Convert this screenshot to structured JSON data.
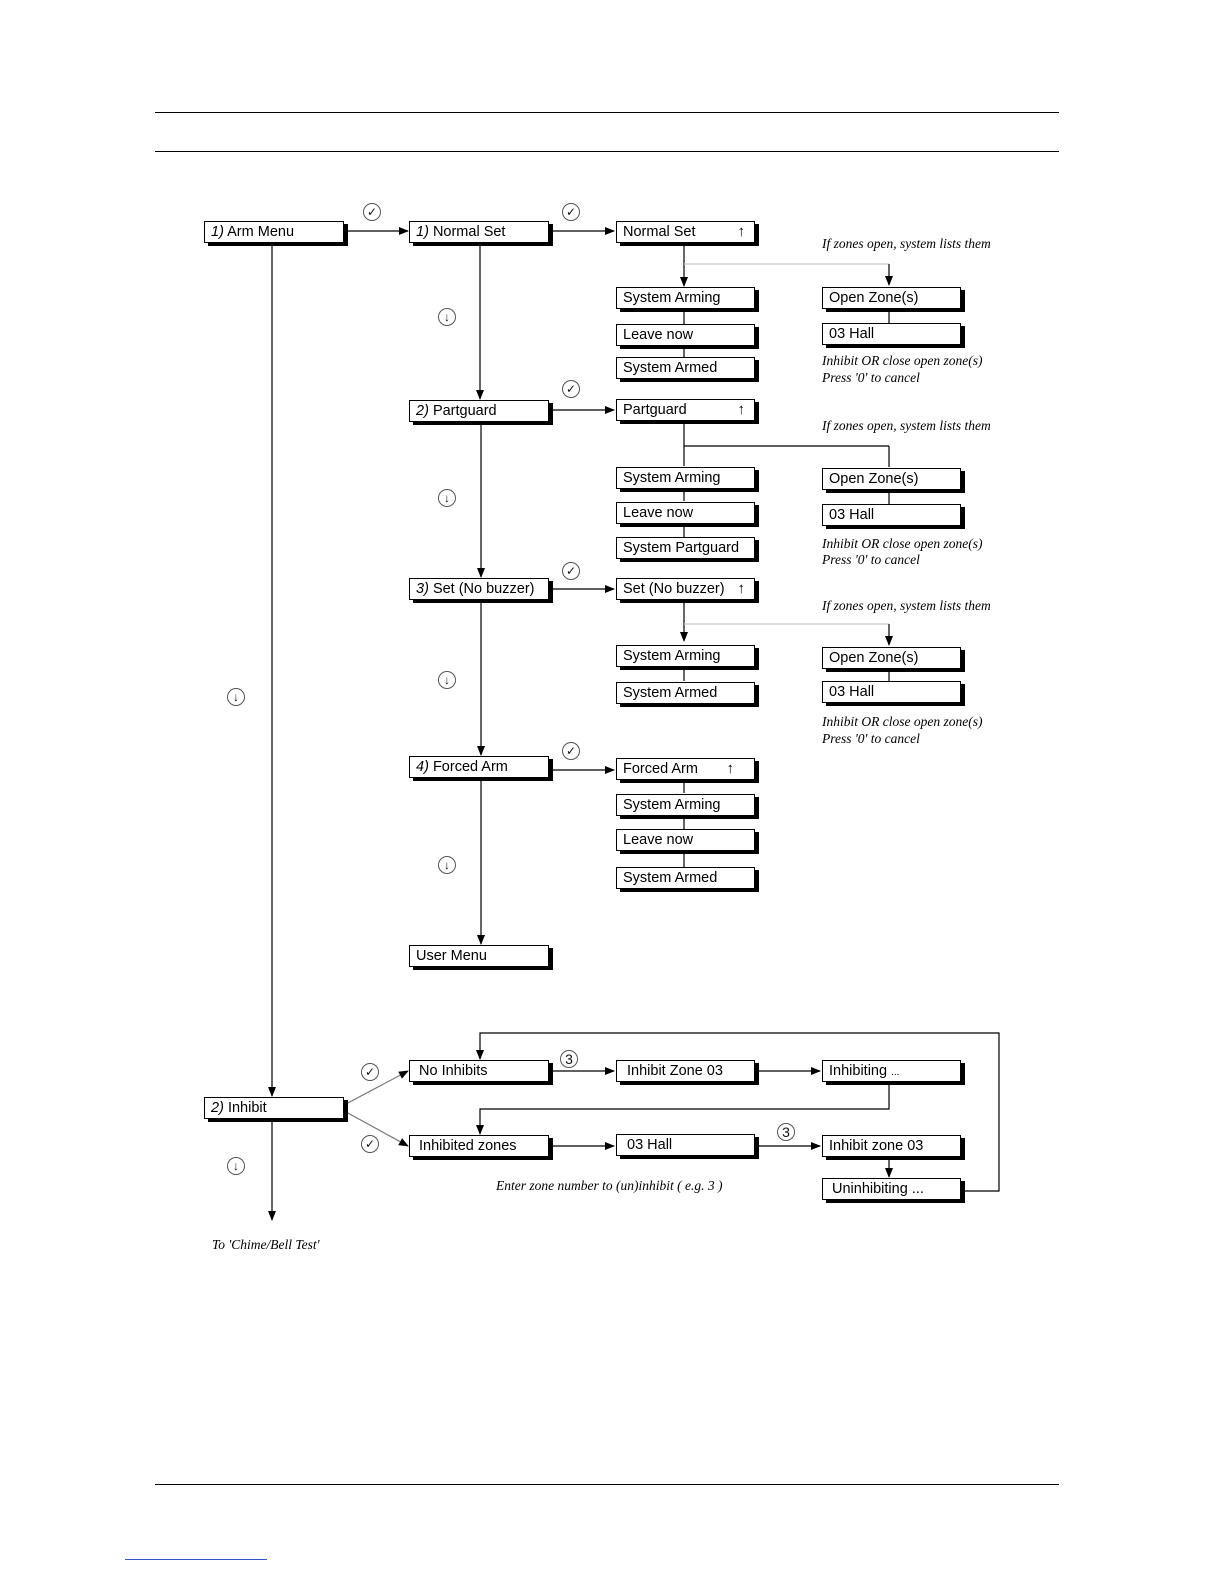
{
  "icons": {
    "ok": "✓",
    "down": "↓",
    "up": "↑"
  },
  "boxes": {
    "arm_menu": {
      "num": "1)",
      "text": "Arm Menu"
    },
    "normal_set_item": {
      "num": "1)",
      "text": "Normal Set"
    },
    "normal_set_screen": "Normal Set",
    "ns_system_arming": "System Arming",
    "ns_leave_now": "Leave now",
    "ns_system_armed": "System Armed",
    "ns_open_zones": "Open Zone(s)",
    "ns_zone_hall": "03 Hall",
    "partguard_item": {
      "num": "2)",
      "text": "Partguard"
    },
    "partguard_screen": "Partguard",
    "pg_system_arming": "System Arming",
    "pg_leave_now": "Leave now",
    "pg_system_partguard": "System Partguard",
    "pg_open_zones": "Open Zone(s)",
    "pg_zone_hall": "03 Hall",
    "setnb_item": {
      "num": "3)",
      "text": "Set (No buzzer)"
    },
    "setnb_screen": "Set (No buzzer)",
    "sn_system_arming": "System Arming",
    "sn_system_armed": "System Armed",
    "sn_open_zones": "Open Zone(s)",
    "sn_zone_hall": "03 Hall",
    "forced_item": {
      "num": "4)",
      "text": "Forced Arm"
    },
    "forced_screen": "Forced Arm",
    "fa_system_arming": "System Arming",
    "fa_leave_now": "Leave now",
    "fa_system_armed": "System Armed",
    "user_menu": "User Menu",
    "inhibit_item": {
      "num": "2)",
      "text": "Inhibit"
    },
    "no_inhibits": "No Inhibits",
    "inhibit_zone_03": "Inhibit Zone 03",
    "inhibiting": "Inhibiting",
    "inhibiting_dots": "...",
    "inhibited_zones": "Inhibited zones",
    "iz_hall": "03 Hall",
    "inhibit_zone_03b": "Inhibit zone 03",
    "uninhibiting": "Uninhibiting ..."
  },
  "notes": {
    "ns_if_open": "If zones open, system lists them",
    "ns_inhibit_l1": "Inhibit OR close open zone(s)",
    "ns_inhibit_l2": "Press '0' to cancel",
    "pg_if_open": "If zones open, system lists them",
    "pg_inhibit_l1": "Inhibit OR close open zone(s)",
    "pg_inhibit_l2": "Press '0' to cancel",
    "sn_if_open": "If zones open, system lists them",
    "sn_inhibit_l1": "Inhibit OR close open zone(s)",
    "sn_inhibit_l2": "Press '0' to cancel",
    "enter_zone": "Enter zone number to (un)inhibit ( e.g. 3 )",
    "to_chime": "To 'Chime/Bell Test'"
  },
  "key_badges": {
    "zone_key": "3"
  }
}
